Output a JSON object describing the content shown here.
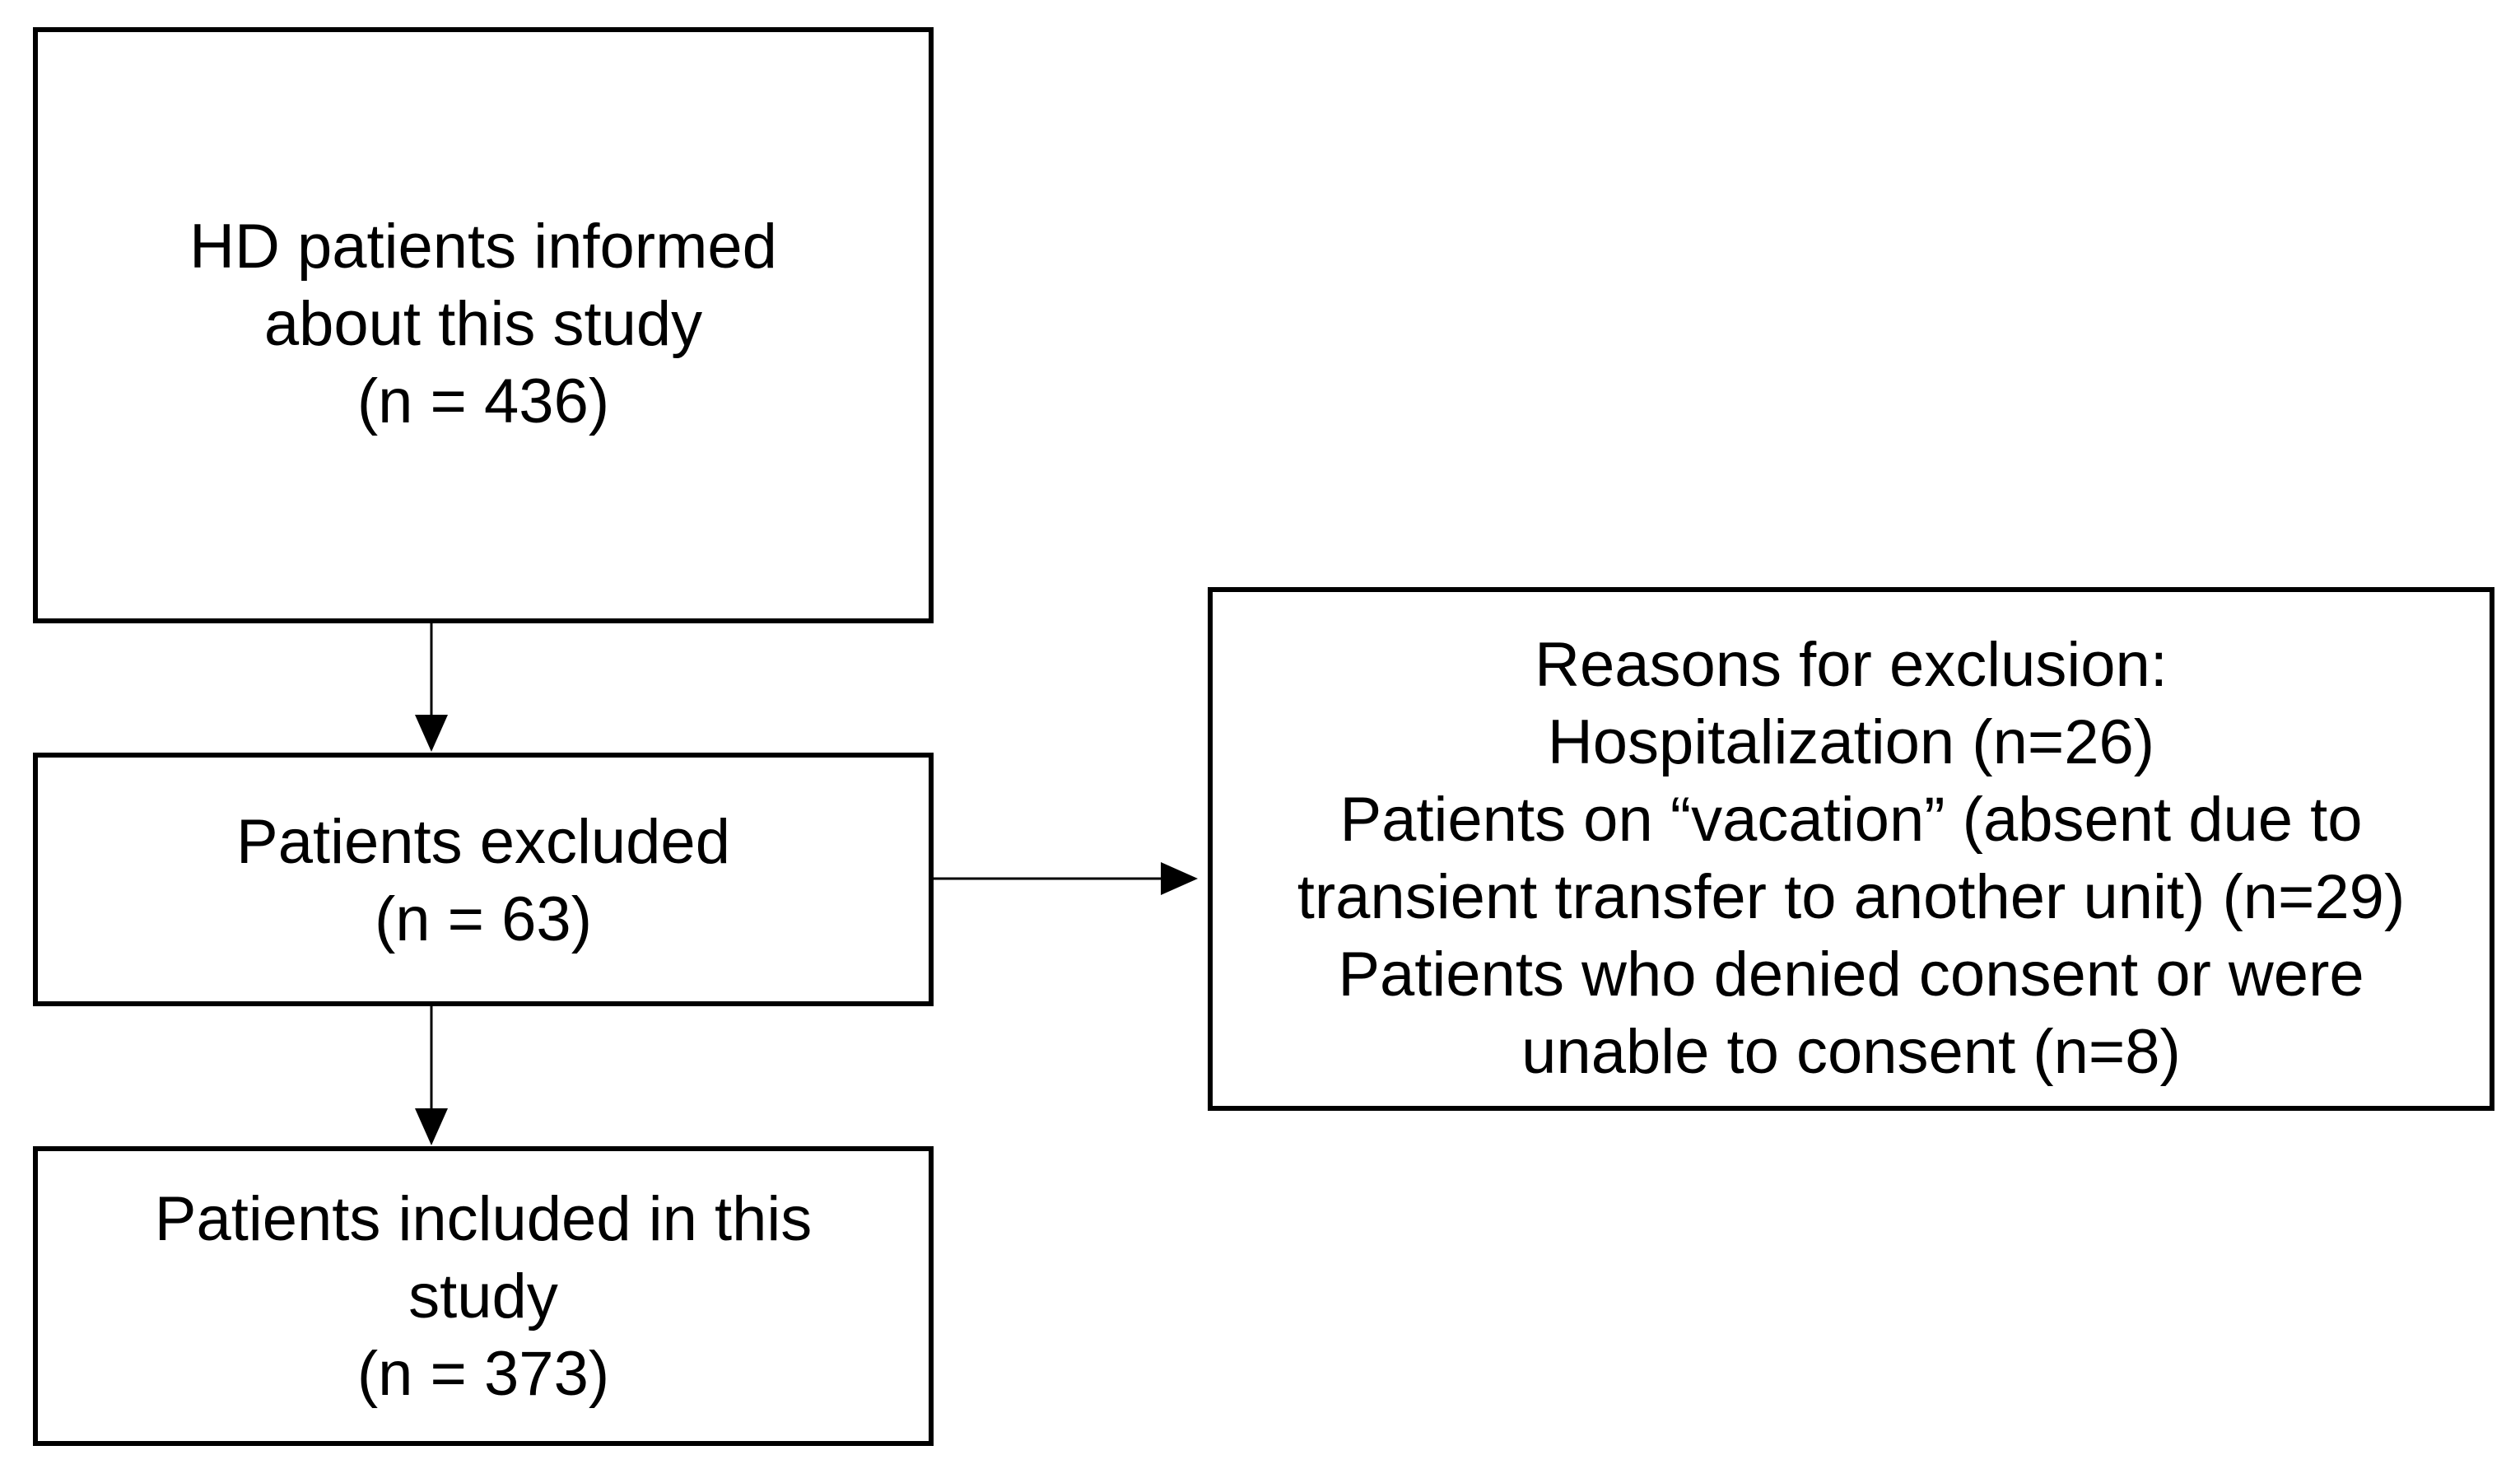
{
  "boxes": {
    "informed": {
      "lines": [
        "HD patients informed",
        "about this study",
        "(n = 436)"
      ]
    },
    "excluded": {
      "lines": [
        "Patients excluded",
        "(n = 63)"
      ]
    },
    "included": {
      "lines": [
        "Patients included in this",
        "study",
        "(n = 373)"
      ]
    },
    "reasons": {
      "lines": [
        "Reasons for exclusion:",
        "Hospitalization (n=26)",
        "Patients on “vacation” (absent due to",
        "transient transfer to another unit) (n=29)",
        "Patients who denied consent or were",
        "unable to consent (n=8)"
      ]
    }
  },
  "colors": {
    "stroke": "#000000",
    "background": "#ffffff"
  }
}
